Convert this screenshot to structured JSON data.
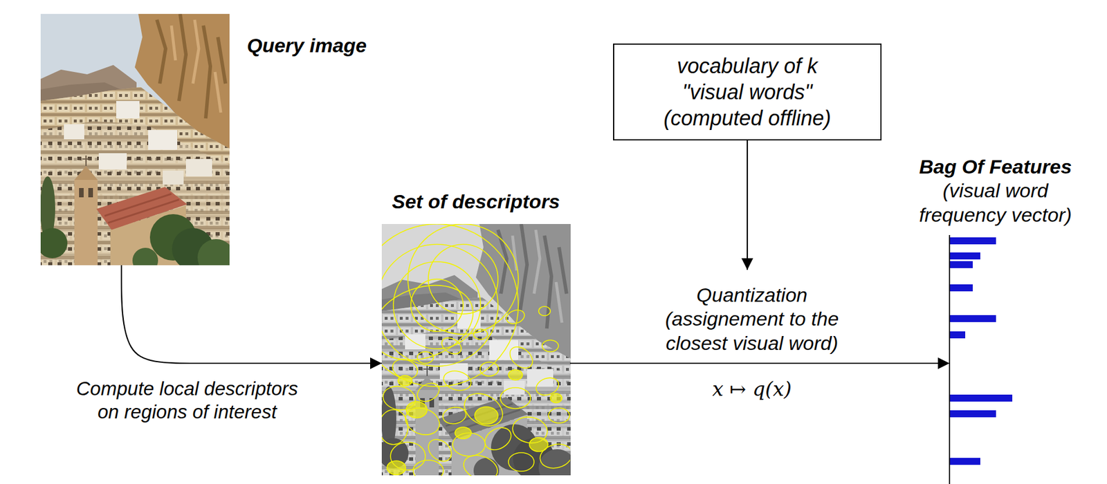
{
  "diagram": {
    "nodes": [
      {
        "text": [
          "Query image"
        ]
      },
      {
        "text": [
          "Set of descriptors"
        ]
      },
      {
        "text": [
          "vocabulary of k \"visual words\" (computed offline)"
        ]
      },
      {
        "text": [
          "Bag Of Features",
          "(visual word frequency vector)"
        ]
      }
    ],
    "edges": [
      {
        "from": 0,
        "to": 1,
        "arrow": "to",
        "label": "Compute local descriptors on regions of interest"
      },
      {
        "from": 1,
        "to": 3,
        "arrow": "to",
        "label": "Quantization (assignement to the closest visual word)"
      }
    ],
    "labels": [
      "x ↦ q(x)"
    ]
  }
}
